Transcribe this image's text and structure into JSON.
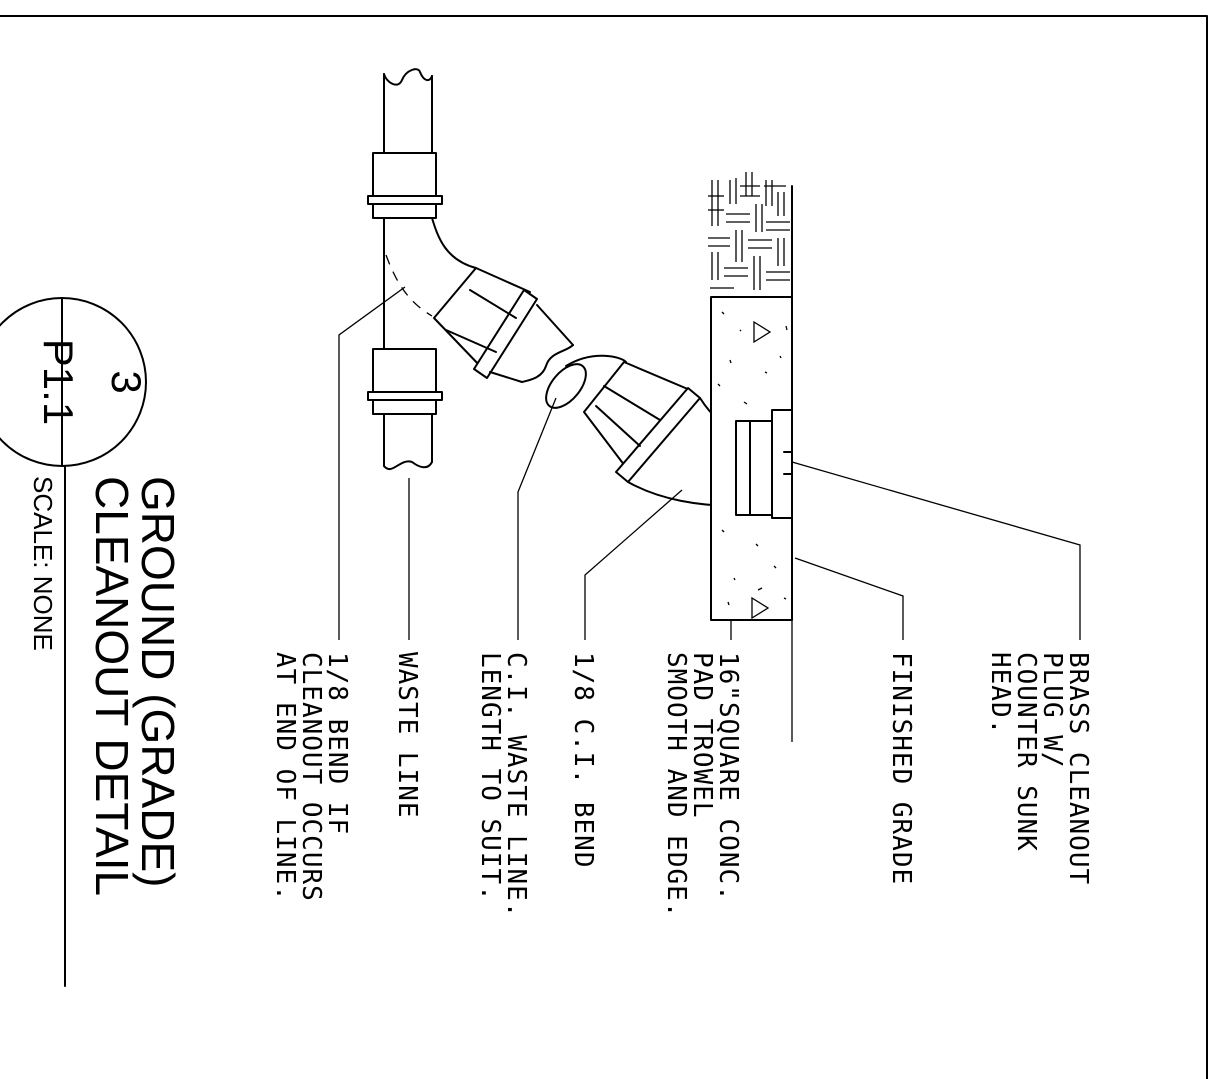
{
  "title": {
    "line1": "GROUND (GRADE)",
    "line2": "CLEANOUT DETAIL",
    "scale": "SCALE: NONE"
  },
  "bubble": {
    "detail": "3",
    "sheet": "P1.1"
  },
  "notes": {
    "brass_plug": [
      "BRASS CLEANOUT",
      "PLUG W/",
      "COUNTER SUNK",
      "HEAD."
    ],
    "finished_grade": [
      "FINISHED GRADE"
    ],
    "conc_pad": [
      "16\"SQUARE CONC.",
      "PAD TROWEL",
      "SMOOTH AND EDGE."
    ],
    "ci_bend": [
      "1/8 C.I. BEND"
    ],
    "waste_line_length": [
      "C.I. WASTE LINE.",
      "LENGTH TO SUIT."
    ],
    "waste_line": [
      "WASTE LINE"
    ],
    "eighth_bend": [
      "1/8 BEND IF",
      "CLEANOUT OCCURS",
      "AT END OF LINE."
    ]
  }
}
